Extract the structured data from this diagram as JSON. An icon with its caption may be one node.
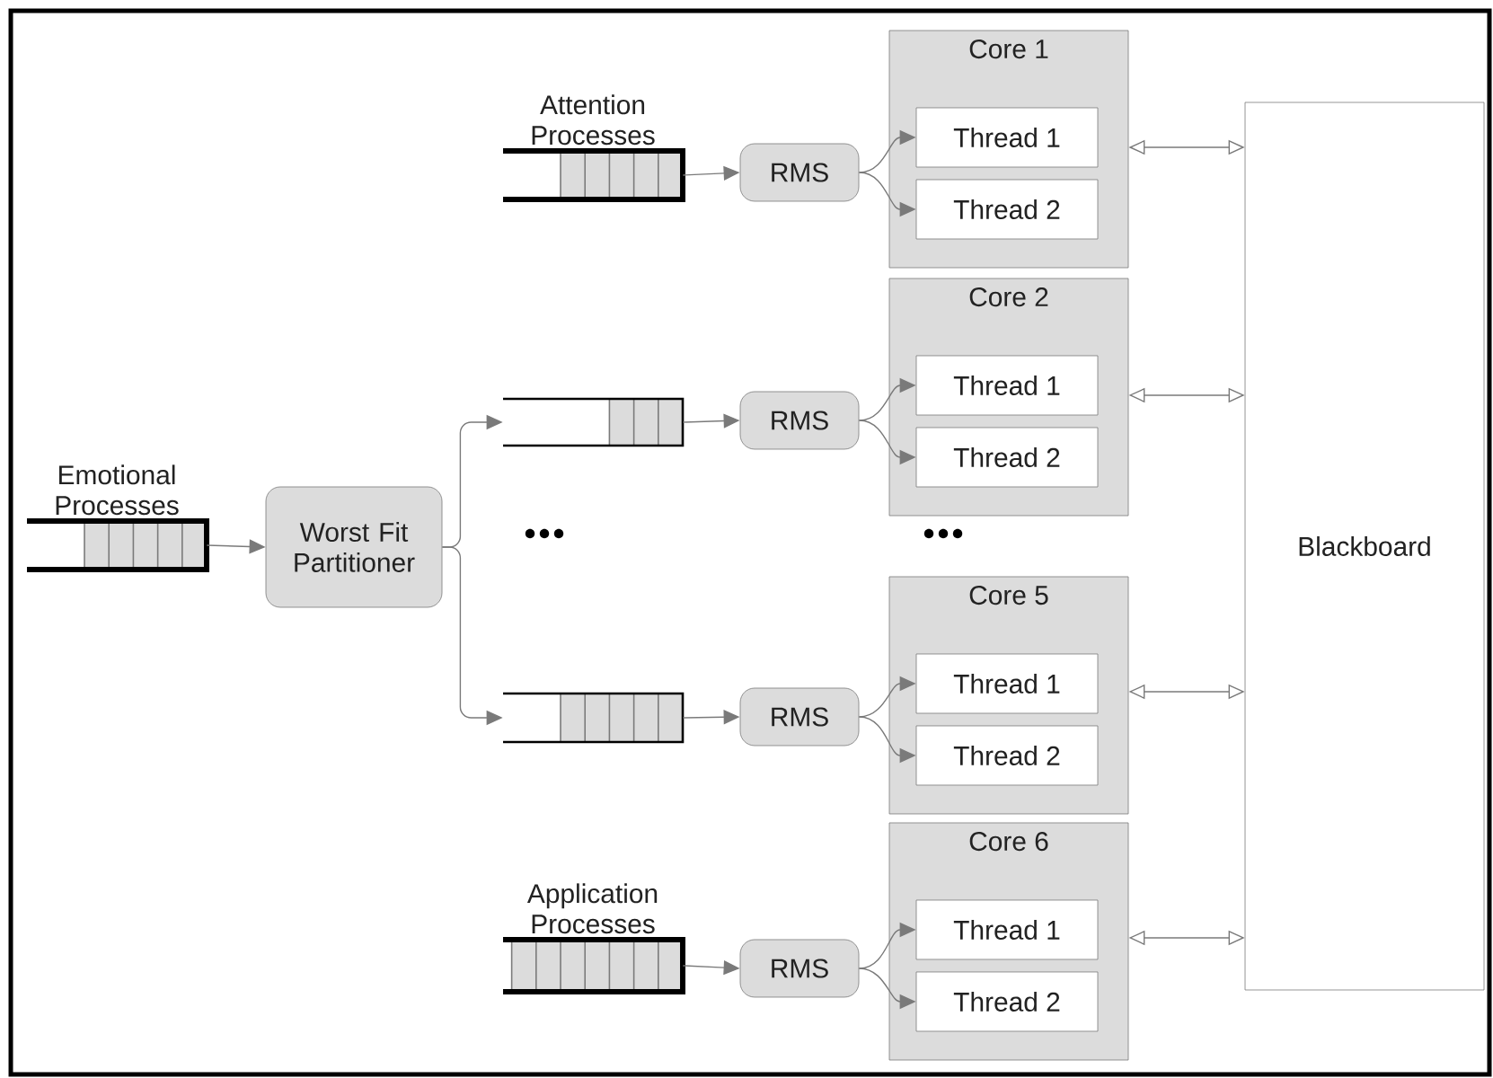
{
  "diagram": {
    "nodes": [
      {
        "text": [
          "Emotional Processes"
        ]
      },
      {
        "text": [
          "Worst Fit Partitioner"
        ]
      },
      {
        "text": [
          "Attention Processes"
        ]
      },
      {
        "text": [
          "RMS"
        ]
      },
      {
        "text": [
          "Core 1"
        ]
      },
      {
        "text": [
          "Thread 1"
        ],
        "in": 4
      },
      {
        "text": [
          "Thread 2"
        ],
        "in": 4
      },
      {
        "text": [],
        "shape": "queue"
      },
      {
        "text": [
          "RMS"
        ]
      },
      {
        "text": [
          "Core 2"
        ]
      },
      {
        "text": [
          "Thread 1"
        ],
        "in": 9
      },
      {
        "text": [
          "Thread 2"
        ],
        "in": 9
      },
      {
        "text": [],
        "shape": "queue"
      },
      {
        "text": [
          "RMS"
        ]
      },
      {
        "text": [
          "Core 5"
        ]
      },
      {
        "text": [
          "Thread 1"
        ],
        "in": 14
      },
      {
        "text": [
          "Thread 2"
        ],
        "in": 14
      },
      {
        "text": [
          "Application Processes"
        ]
      },
      {
        "text": [
          "RMS"
        ]
      },
      {
        "text": [
          "Core 6"
        ]
      },
      {
        "text": [
          "Thread 1"
        ],
        "in": 19
      },
      {
        "text": [
          "Thread 2"
        ],
        "in": 19
      },
      {
        "text": [
          "Blackboard"
        ]
      }
    ],
    "edges": [
      {
        "from": 0,
        "to": 1,
        "arrow": "to"
      },
      {
        "from": 1,
        "to": 7,
        "arrow": "to"
      },
      {
        "from": 1,
        "to": 12,
        "arrow": "to"
      },
      {
        "from": 2,
        "to": 3,
        "arrow": "to"
      },
      {
        "from": 3,
        "to": 5,
        "arrow": "to"
      },
      {
        "from": 3,
        "to": 6,
        "arrow": "to"
      },
      {
        "from": 7,
        "to": 8,
        "arrow": "to"
      },
      {
        "from": 8,
        "to": 10,
        "arrow": "to"
      },
      {
        "from": 8,
        "to": 11,
        "arrow": "to"
      },
      {
        "from": 12,
        "to": 13,
        "arrow": "to"
      },
      {
        "from": 13,
        "to": 15,
        "arrow": "to"
      },
      {
        "from": 13,
        "to": 16,
        "arrow": "to"
      },
      {
        "from": 17,
        "to": 18,
        "arrow": "to"
      },
      {
        "from": 18,
        "to": 20,
        "arrow": "to"
      },
      {
        "from": 18,
        "to": 21,
        "arrow": "to"
      },
      {
        "from": 4,
        "to": 22,
        "arrow": "both"
      },
      {
        "from": 9,
        "to": 22,
        "arrow": "both"
      },
      {
        "from": 14,
        "to": 22,
        "arrow": "both"
      },
      {
        "from": 19,
        "to": 22,
        "arrow": "both"
      }
    ]
  }
}
